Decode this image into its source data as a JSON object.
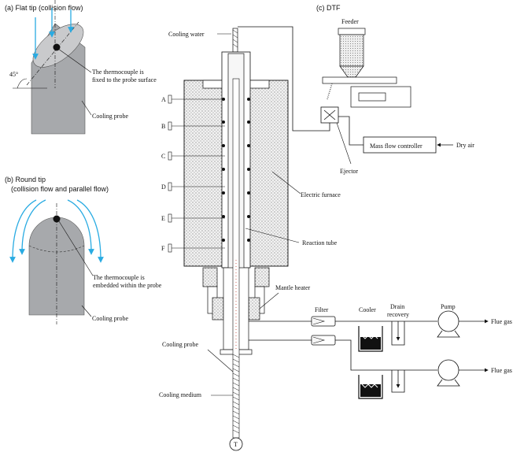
{
  "panel_a": {
    "title": "(a) Flat tip (collision flow)",
    "angle": "45°",
    "thermocouple_note_1": "The thermocouple is",
    "thermocouple_note_2": "fixed to the probe surface",
    "probe_label": "Cooling probe"
  },
  "panel_b": {
    "title_1": "(b) Round tip",
    "title_2": "(collision flow and parallel flow)",
    "thermocouple_note_1": "The thermocouple is",
    "thermocouple_note_2": "embedded within the probe",
    "probe_label": "Cooling probe"
  },
  "panel_c": {
    "title": "(c) DTF",
    "feeder": "Feeder",
    "cooling_water": "Cooling water",
    "ports": [
      "A",
      "B",
      "C",
      "D",
      "E",
      "F"
    ],
    "ejector": "Ejector",
    "mass_flow_controller": "Mass flow controller",
    "dry_air": "Dry air",
    "electric_furnace": "Electric furnace",
    "reaction_tube": "Reaction tube",
    "mantle_heater": "Mantle heater",
    "filter": "Filter",
    "cooler": "Cooler",
    "drain_1": "Drain",
    "drain_2": "recovery",
    "pump": "Pump",
    "flue_gas_1": "Flue gas",
    "flue_gas_2": "Flue gas",
    "cooling_probe": "Cooling probe",
    "cooling_medium": "Cooling medium",
    "thermocouple_symbol": "T"
  },
  "colors": {
    "probe_gray": "#a7a9ac",
    "flow_blue": "#29abe2",
    "line": "#111111",
    "furnace_fill": "#e6e6e6"
  }
}
